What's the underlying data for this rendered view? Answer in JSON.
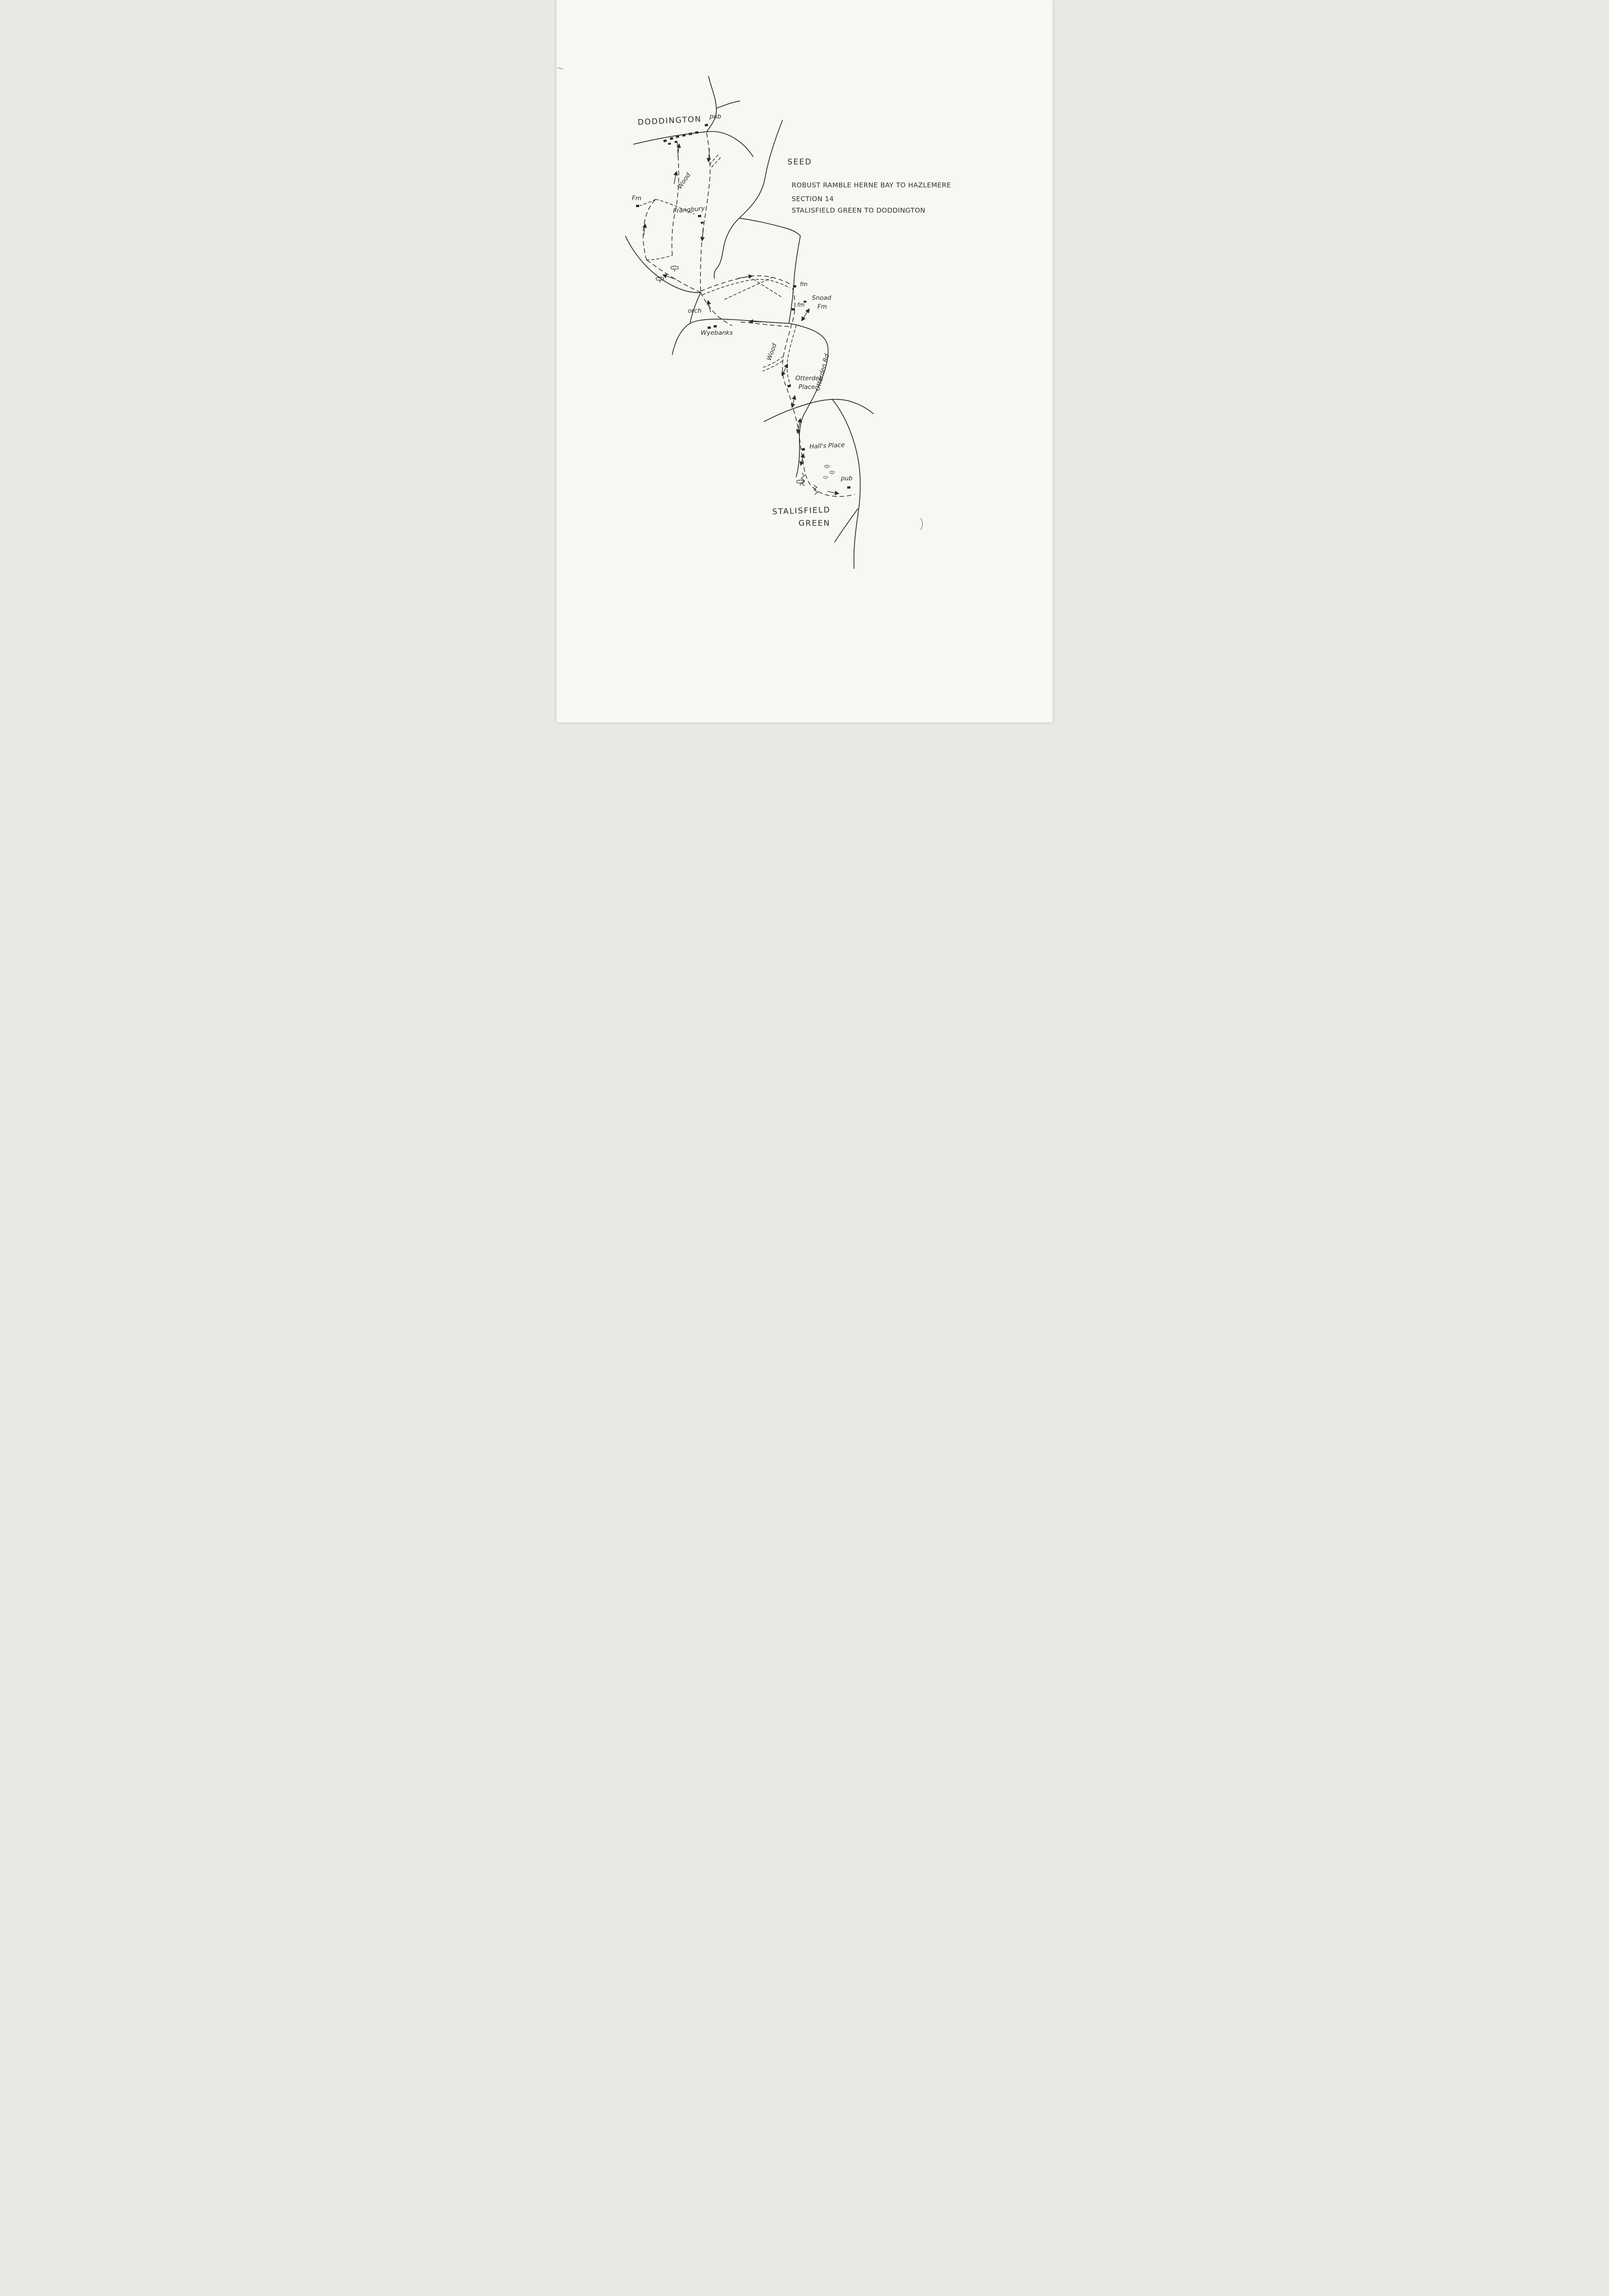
{
  "paper": {
    "background": "#f8f7f3",
    "ink": "#2e2c29"
  },
  "title": {
    "line1": "ROBUST RAMBLE HERNE BAY TO HAZLEMERE",
    "line2": "SECTION 14",
    "line3": "STALISFIELD GREEN TO DODDINGTON"
  },
  "places": {
    "doddington": "DODDINGTON",
    "pub_doddington": "pub",
    "seed": "SEED",
    "fm_west": "Fm",
    "wood_doddington": "Wood",
    "frangbury": "Frangbury",
    "orchard": "orch",
    "fm_upper": "fm",
    "snoad_fm_line1": "Snoad",
    "snoad_fm_line2": "Fm",
    "fm_lower": "fm",
    "wyebanks": "Wyebanks",
    "wood_otterden": "Wood",
    "otterden_place_line1": "Otterden",
    "otterden_place_line2": "Place",
    "otterden_rd": "Otterden Rd",
    "halls_place": "Hall's Place",
    "pub_stalisfield": "pub",
    "stalisfield_line1": "STALISFIELD",
    "stalisfield_line2": "GREEN"
  },
  "symbols": {
    "building": "small filled square",
    "tree": "tree outline symbol",
    "road": "solid line",
    "walking_route": "dashed line with direction arrows",
    "steep_slope": "zigzag marks"
  }
}
